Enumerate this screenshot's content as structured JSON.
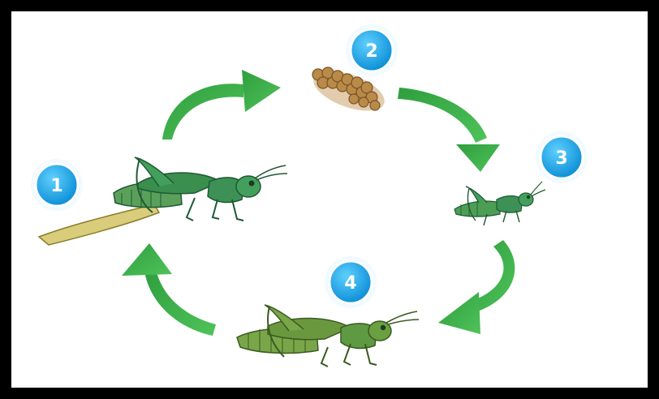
{
  "diagram": {
    "steps": [
      {
        "number": "1"
      },
      {
        "number": "2"
      },
      {
        "number": "3"
      },
      {
        "number": "4"
      }
    ]
  },
  "colors": {
    "frame": "#000000",
    "background": "#ffffff",
    "arrow": "#3dae4a",
    "badge": "#1fa7e8",
    "badge_text": "#ffffff",
    "grasshopper_dark": "#2e8b4a",
    "grasshopper_light": "#6aa040",
    "egg": "#b98a48",
    "egg_pod": "#d9cc7a"
  }
}
